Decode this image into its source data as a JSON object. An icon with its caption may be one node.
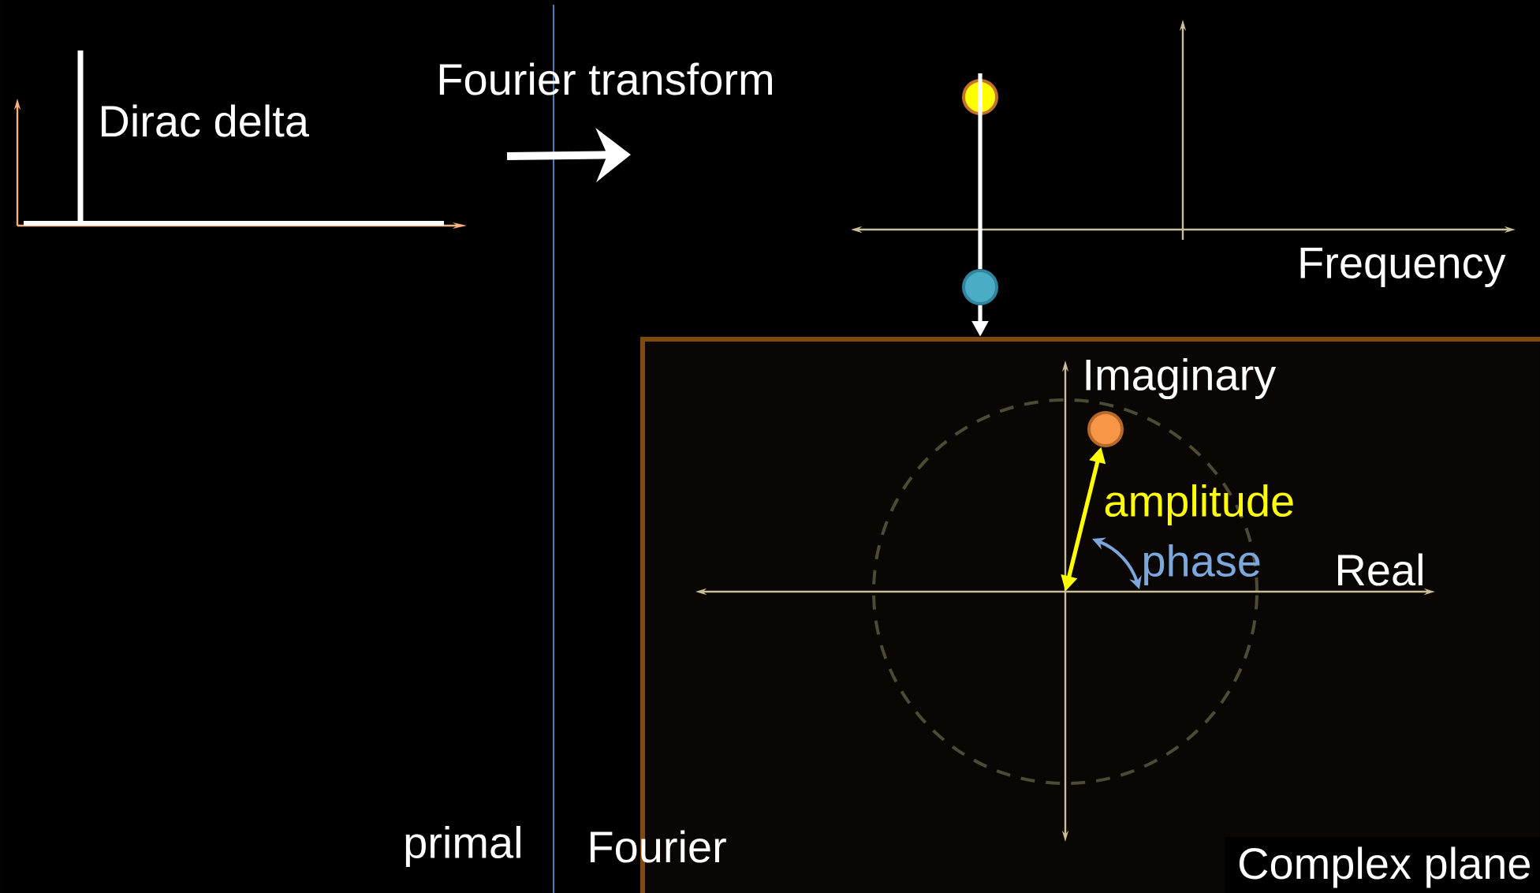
{
  "diagram": {
    "nodes": [
      {
        "text": [],
        "shape": "circle"
      },
      {
        "text": [],
        "shape": "circle"
      },
      {
        "text": [
          "Complex plane"
        ]
      },
      {
        "text": [],
        "shape": "circle",
        "in": 2
      }
    ],
    "edges": [
      {
        "from": 0,
        "to": 1,
        "arrow": "none"
      },
      {
        "from": 1,
        "to": 2,
        "arrow": "to"
      },
      {
        "from": null,
        "to": 3,
        "arrow": "both",
        "label": "amplitude",
        "color": "#ffff00"
      }
    ],
    "labels": [
      "Fourier transform",
      "Dirac delta",
      "Frequency",
      "Imaginary",
      "phase",
      "Real",
      "primal",
      "Fourier"
    ]
  }
}
